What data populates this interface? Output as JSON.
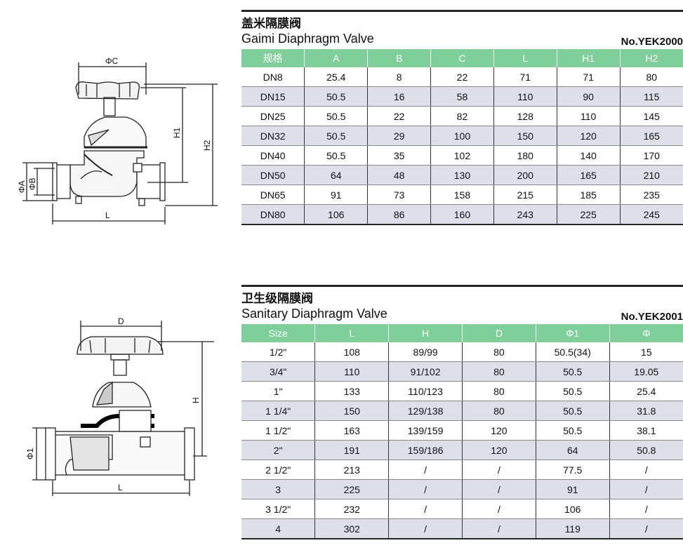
{
  "sections": [
    {
      "title_cn": "盖米隔膜阀",
      "title_en": "Gaimi Diaphragm Valve",
      "model": "No.YEK2000",
      "drawing_labels": {
        "c": "ΦC",
        "a": "ΦA",
        "b": "ΦB",
        "h1": "H1",
        "h2": "H2",
        "l": "L"
      },
      "headers": [
        "规格",
        "A",
        "B",
        "C",
        "L",
        "H1",
        "H2"
      ],
      "rows": [
        [
          "DN8",
          "25.4",
          "8",
          "22",
          "71",
          "71",
          "80"
        ],
        [
          "DN15",
          "50.5",
          "16",
          "58",
          "110",
          "90",
          "115"
        ],
        [
          "DN25",
          "50.5",
          "22",
          "82",
          "128",
          "110",
          "145"
        ],
        [
          "DN32",
          "50.5",
          "29",
          "100",
          "150",
          "120",
          "165"
        ],
        [
          "DN40",
          "50.5",
          "35",
          "102",
          "180",
          "140",
          "170"
        ],
        [
          "DN50",
          "64",
          "48",
          "130",
          "200",
          "165",
          "210"
        ],
        [
          "DN65",
          "91",
          "73",
          "158",
          "215",
          "185",
          "235"
        ],
        [
          "DN80",
          "106",
          "86",
          "160",
          "243",
          "225",
          "245"
        ]
      ]
    },
    {
      "title_cn": "卫生级隔膜阀",
      "title_en": "Sanitary Diaphragm Valve",
      "model": "No.YEK2001",
      "drawing_labels": {
        "d": "D",
        "h": "H",
        "phi1": "Φ1",
        "l": "L"
      },
      "headers": [
        "Size",
        "L",
        "H",
        "D",
        "Φ1",
        "Φ"
      ],
      "rows": [
        [
          "1/2\"",
          "108",
          "89/99",
          "80",
          "50.5(34)",
          "15"
        ],
        [
          "3/4\"",
          "110",
          "91/102",
          "80",
          "50.5",
          "19.05"
        ],
        [
          "1\"",
          "133",
          "110/123",
          "80",
          "50.5",
          "25.4"
        ],
        [
          "1 1/4\"",
          "150",
          "129/138",
          "80",
          "50.5",
          "31.8"
        ],
        [
          "1 1/2\"",
          "163",
          "139/159",
          "120",
          "50.5",
          "38.1"
        ],
        [
          "2\"",
          "191",
          "159/186",
          "120",
          "64",
          "50.8"
        ],
        [
          "2 1/2\"",
          "213",
          "/",
          "/",
          "77.5",
          "/"
        ],
        [
          "3",
          "225",
          "/",
          "/",
          "91",
          "/"
        ],
        [
          "3 1/2\"",
          "232",
          "/",
          "/",
          "106",
          "/"
        ],
        [
          "4",
          "302",
          "/",
          "/",
          "119",
          "/"
        ]
      ]
    }
  ]
}
